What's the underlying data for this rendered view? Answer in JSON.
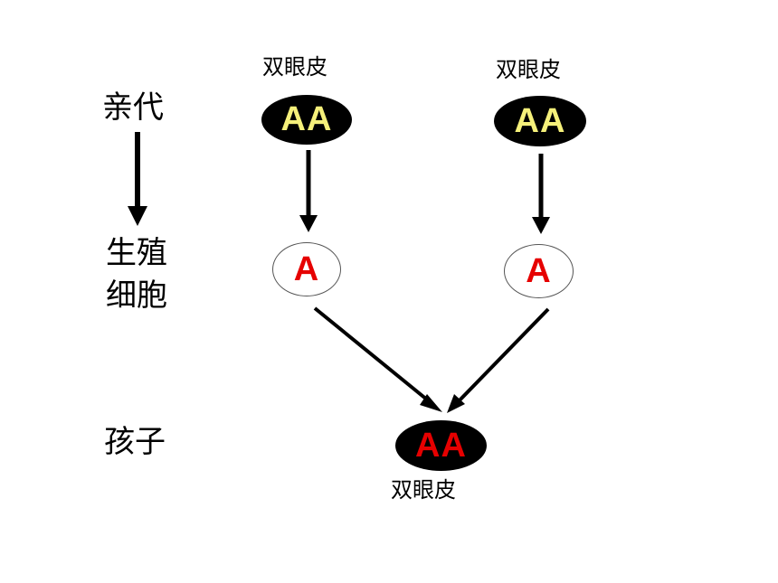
{
  "generations": {
    "parent": "亲代",
    "gamete_line1": "生殖",
    "gamete_line2": "细胞",
    "child": "孩子"
  },
  "parents": [
    {
      "trait": "双眼皮",
      "genotype": "AA"
    },
    {
      "trait": "双眼皮",
      "genotype": "AA"
    }
  ],
  "gametes": [
    {
      "genotype": "A"
    },
    {
      "genotype": "A"
    }
  ],
  "child": {
    "trait": "双眼皮",
    "genotype": "AA"
  },
  "colors": {
    "parent_gene": "#f5f07a",
    "gamete_gene": "#e60000",
    "child_gene": "#e60000",
    "arrow": "#000000"
  }
}
